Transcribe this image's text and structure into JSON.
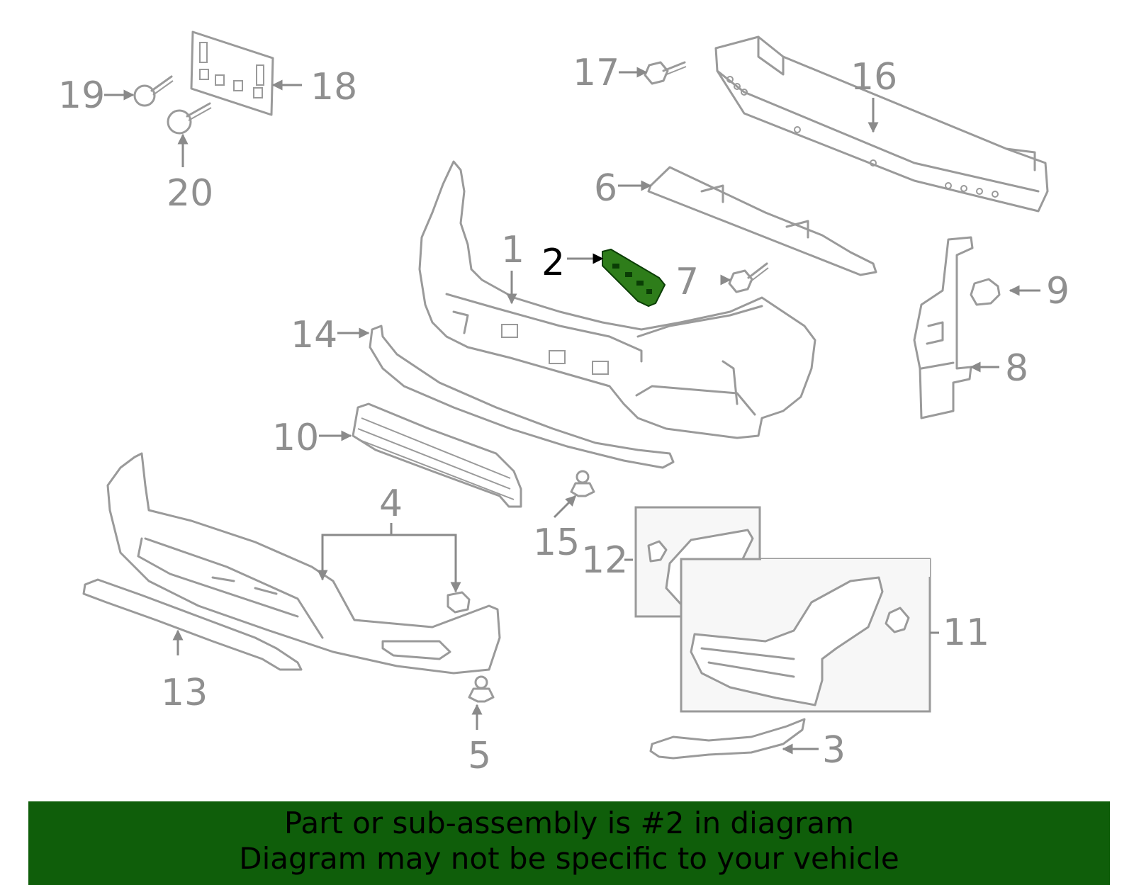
{
  "callouts": {
    "c1": "1",
    "c2": "2",
    "c3": "3",
    "c4": "4",
    "c5": "5",
    "c6": "6",
    "c7": "7",
    "c8": "8",
    "c9": "9",
    "c10": "10",
    "c11": "11",
    "c12": "12",
    "c13": "13",
    "c14": "14",
    "c15": "15",
    "c16": "16",
    "c17": "17",
    "c18": "18",
    "c19": "19",
    "c20": "20"
  },
  "highlight": {
    "part_number": "2",
    "color": "#2e7d1a"
  },
  "banner": {
    "line1": "Part or sub-assembly is #2 in diagram",
    "line2": "Diagram may not be specific to your vehicle",
    "background": "#0f5e0a"
  }
}
